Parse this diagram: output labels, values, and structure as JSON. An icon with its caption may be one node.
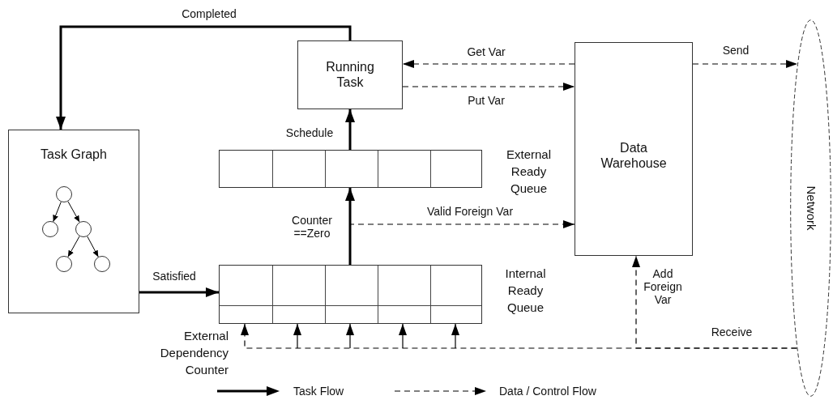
{
  "diagram": {
    "nodes": [
      {
        "text": [
          "Running Task"
        ]
      },
      {
        "text": [
          "Task Graph"
        ]
      },
      {
        "text": [],
        "shape": "circle",
        "in": 1
      },
      {
        "text": [],
        "shape": "circle",
        "in": 1
      },
      {
        "text": [],
        "shape": "circle",
        "in": 1
      },
      {
        "text": [],
        "shape": "circle",
        "in": 1
      },
      {
        "text": [],
        "shape": "circle",
        "in": 1
      },
      {
        "text": [],
        "shape": "box",
        "beside": [
          "External Ready Queue"
        ]
      },
      {
        "text": [],
        "shape": "box",
        "beside": [
          "Internal Ready Queue",
          "External Dependency Counter"
        ]
      },
      {
        "text": [
          "Data Warehouse"
        ]
      },
      {
        "text": [
          "Network"
        ]
      }
    ],
    "edges": [
      {
        "from": 0,
        "to": 1,
        "arrow": "to",
        "label": "Completed",
        "style": "thick"
      },
      {
        "from": 1,
        "to": 8,
        "arrow": "to",
        "label": "Satisfied",
        "style": "thick"
      },
      {
        "from": 8,
        "to": 7,
        "arrow": "to",
        "label": "Counter ==Zero",
        "style": "thick"
      },
      {
        "from": 7,
        "to": 0,
        "arrow": "to",
        "label": "Schedule",
        "style": "thick"
      },
      {
        "from": 9,
        "to": 0,
        "arrow": "to",
        "label": "Get Var",
        "style": "dashed"
      },
      {
        "from": 0,
        "to": 9,
        "arrow": "to",
        "label": "Put Var",
        "style": "dashed"
      },
      {
        "from": 8,
        "to": 9,
        "arrow": "to",
        "label": "Valid Foreign Var",
        "style": "dashed"
      },
      {
        "from": 9,
        "to": 10,
        "arrow": "to",
        "label": "Send",
        "style": "dashed"
      },
      {
        "from": 10,
        "to": 8,
        "arrow": "to",
        "label": "Receive",
        "style": "dashed"
      },
      {
        "from": 10,
        "to": 9,
        "arrow": "to",
        "label": "Add Foreign Var",
        "style": "dashed"
      },
      {
        "from": 2,
        "to": 3,
        "arrow": "to"
      },
      {
        "from": 2,
        "to": 4,
        "arrow": "to"
      },
      {
        "from": 4,
        "to": 5,
        "arrow": "to"
      },
      {
        "from": 4,
        "to": 6,
        "arrow": "to"
      }
    ],
    "legend": [
      {
        "text": "Task Flow"
      },
      {
        "text": "Data / Control Flow"
      }
    ]
  }
}
